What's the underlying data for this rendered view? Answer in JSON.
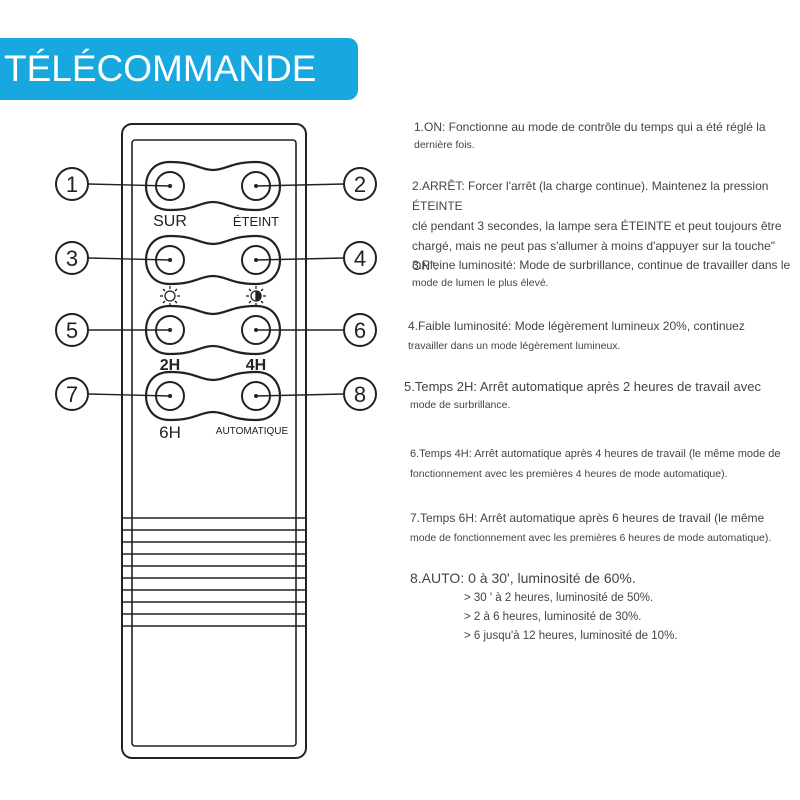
{
  "header": {
    "title": "TÉLÉCOMMANDE"
  },
  "colors": {
    "banner": "#17a8e0",
    "ink": "#222222"
  },
  "remote": {
    "numbers": [
      "1",
      "2",
      "3",
      "4",
      "5",
      "6",
      "7",
      "8"
    ],
    "button_labels": {
      "on": "SUR",
      "off": "ÉTEINT",
      "h2": "2H",
      "h4": "4H",
      "h6": "6H",
      "auto": "AUTOMATIQUE"
    },
    "icons": [
      "sun-icon",
      "half-moon-brightness-icon"
    ]
  },
  "descriptions": [
    {
      "l1": "1.ON: Fonctionne au mode de contrôle du temps qui a été réglé la",
      "l2": "dernière fois."
    },
    {
      "l1": "2.ARRÊT: Forcer l'arrêt (la charge continue). Maintenez la pression ÉTEINTE",
      "l2": "clé pendant 3 secondes, la lampe sera ÉTEINTE et peut toujours être",
      "l3": "chargé, mais ne peut pas s'allumer à moins d'appuyer sur la touche\" ON\"."
    },
    {
      "l1": "3.Pleine luminosité: Mode de surbrillance, continue de travailler dans le",
      "l2": "mode de lumen le plus élevé."
    },
    {
      "l1": "4.Faible luminosité: Mode légèrement lumineux 20%, continuez",
      "l2": "travailler dans un mode légèrement lumineux."
    },
    {
      "l1": "5.Temps 2H: Arrêt automatique après 2 heures de travail avec",
      "l2": "mode de surbrillance."
    },
    {
      "l1": "6.Temps 4H: Arrêt automatique après 4 heures de travail (le même mode de",
      "l2": "fonctionnement avec les premières 4 heures de mode automatique)."
    },
    {
      "l1": "7.Temps 6H: Arrêt automatique après 6 heures de travail (le même",
      "l2": "mode de fonctionnement avec les premières 6 heures de mode automatique)."
    }
  ],
  "auto": {
    "title": "8.AUTO: 0 à 30', luminosité de 60%.",
    "lines": [
      "> 30 ' à 2 heures, luminosité de 50%.",
      "> 2 à 6 heures, luminosité de 30%.",
      "> 6 jusqu'à 12 heures, luminosité de 10%."
    ]
  }
}
